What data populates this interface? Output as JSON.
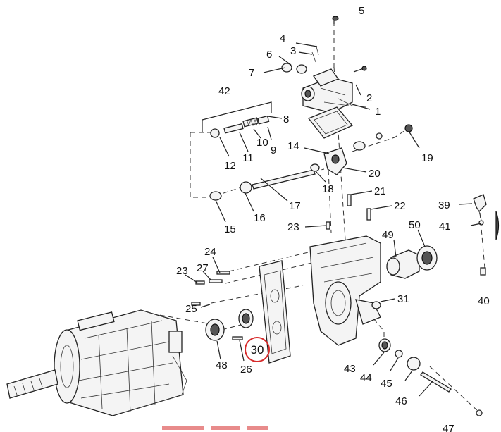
{
  "labels": {
    "p1": "1",
    "p2": "2",
    "p3": "3",
    "p4": "4",
    "p5": "5",
    "p6": "6",
    "p7": "7",
    "p8": "8",
    "p9": "9",
    "p10": "10",
    "p11": "11",
    "p12": "12",
    "p14": "14",
    "p15": "15",
    "p16": "16",
    "p17": "17",
    "p18": "18",
    "p19": "19",
    "p20": "20",
    "p21": "21",
    "p22": "22",
    "p23a": "23",
    "p23b": "23",
    "p24": "24",
    "p25": "25",
    "p26": "26",
    "p27": "27",
    "p30": "30",
    "p31": "31",
    "p39": "39",
    "p40": "40",
    "p41": "41",
    "p42": "42",
    "p43": "43",
    "p44": "44",
    "p45": "45",
    "p46": "46",
    "p47": "47",
    "p48": "48",
    "p49": "49",
    "p50": "50"
  },
  "highlight": {
    "part": "30",
    "color": "#d62b2b"
  }
}
